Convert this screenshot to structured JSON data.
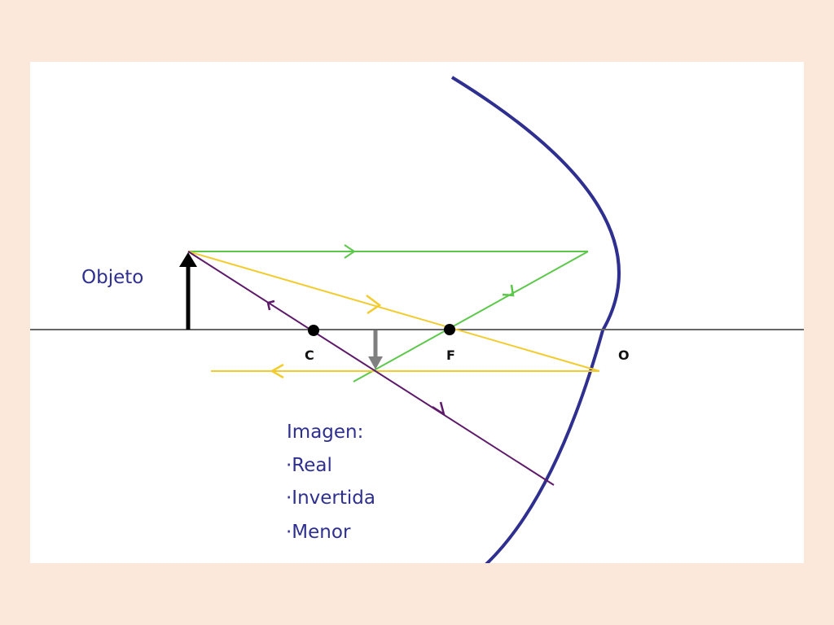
{
  "labels": {
    "object": "Objeto",
    "center": "C",
    "focus": "F",
    "vertex": "O",
    "image_title": "Imagen:",
    "properties": [
      "·Real",
      "·Invertida",
      "·Menor"
    ]
  },
  "colors": {
    "background": "#fce8da",
    "panel": "#ffffff",
    "mirror": "#2e2f8f",
    "axis": "#666666",
    "object_arrow": "#000000",
    "image_arrow": "#808080",
    "ray_parallel": "#5cc84a",
    "ray_focal": "#f2cc2e",
    "ray_center": "#5e1a6a",
    "text": "#2e2f8f"
  }
}
